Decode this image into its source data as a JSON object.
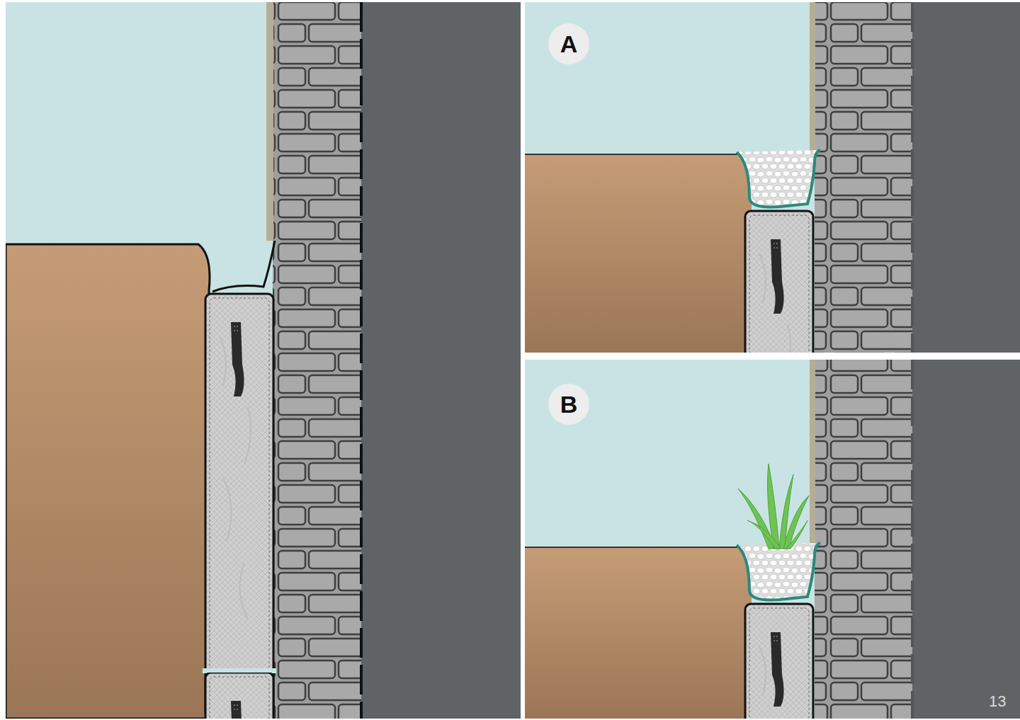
{
  "diagram": {
    "nodes": [
      {
        "text": [
          "A"
        ]
      },
      {
        "text": [
          "B"
        ]
      }
    ],
    "labels": [
      "13"
    ]
  }
}
